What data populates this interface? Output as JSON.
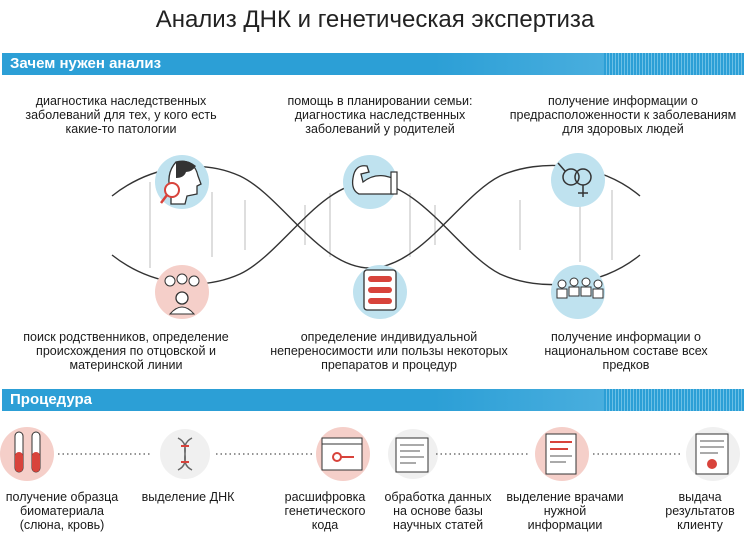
{
  "title": "Анализ ДНК и генетическая экспертиза",
  "section1": {
    "title": "Зачем нужен анализ"
  },
  "section2": {
    "title": "Процедура"
  },
  "reasons": {
    "top": [
      "диагностика наследственных заболеваний для тех, у кого есть какие-то патологии",
      "помощь в планировании семьи: диагностика наследственных заболеваний у родителей",
      "получение информации о предрасположенности к заболеваниям для здоровых людей"
    ],
    "bottom": [
      "поиск родственников, определение происхождения по отцовской и материнской линии",
      "определение индивидуальной непереносимости или пользы некоторых препаратов и процедур",
      "получение информации о национальном составе всех предков"
    ]
  },
  "steps": [
    "получение образца биоматериала (слюна, кровь)",
    "выделение ДНК",
    "расшифровка генетического кода",
    "обработка данных на основе базы научных статей",
    "выделение врачами нужной информации",
    "выдача результатов клиенту"
  ],
  "colors": {
    "accent": "#2c9fd6",
    "circle_blue": "#bfe2ef",
    "circle_pink": "#f5cfc9",
    "red": "#d8433b",
    "line": "#333333"
  }
}
